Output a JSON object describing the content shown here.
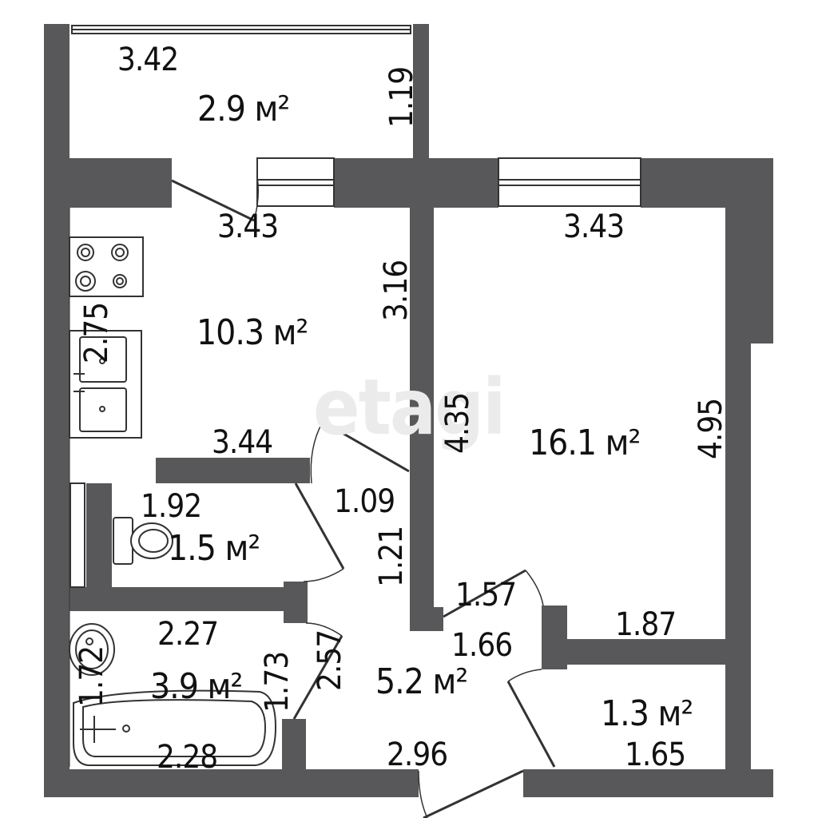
{
  "watermark": "etagi",
  "colors": {
    "wall": "#58585a",
    "line": "#333333",
    "background": "#ffffff"
  },
  "rooms": {
    "balcony": {
      "area": "2.9 м²",
      "width": "3.42",
      "depth": "1.19"
    },
    "kitchen": {
      "area": "10.3 м²",
      "top": "3.43",
      "right": "3.16",
      "left": "2.75",
      "bottom": "3.44"
    },
    "living": {
      "area": "16.1 м²",
      "top": "3.43",
      "left": "4.35",
      "right": "4.95",
      "bottom": "1.87"
    },
    "toilet": {
      "area": "1.5 м²",
      "width": "1.92"
    },
    "bathroom": {
      "area": "3.9 м²",
      "top": "2.27",
      "bottom": "2.28",
      "left": "1.72",
      "right": "1.73"
    },
    "hall": {
      "area": "5.2 м²",
      "top": "1.09",
      "side": "1.21",
      "diag": "2.57",
      "door": "1.57",
      "mid": "1.66",
      "bottom": "2.96"
    },
    "closet": {
      "area": "1.3 м²",
      "width": "1.65"
    }
  }
}
